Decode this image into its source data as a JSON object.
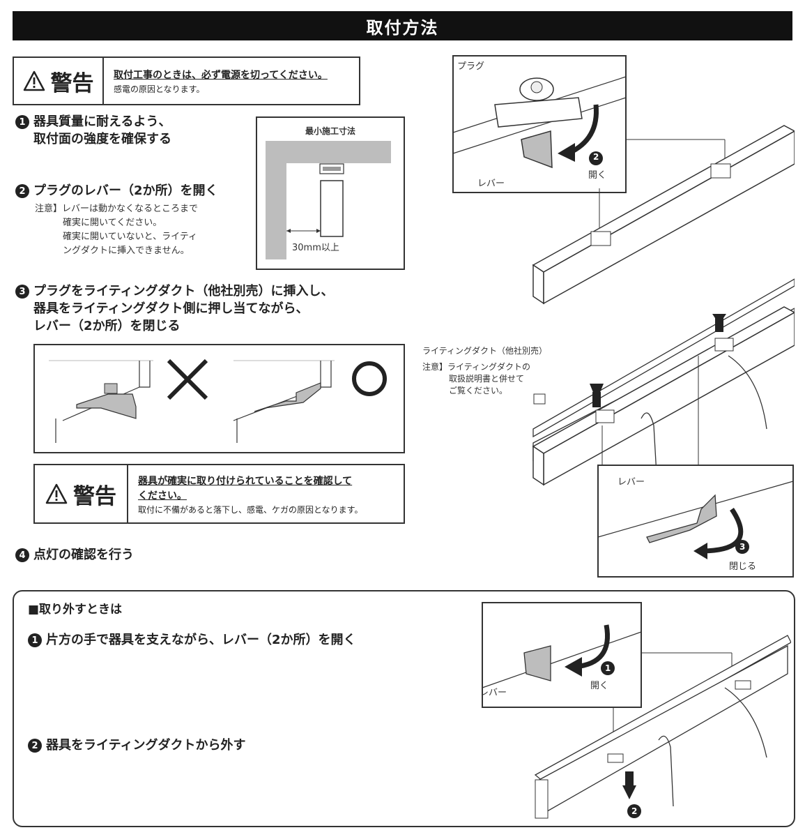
{
  "page_title": "取付方法",
  "warning_label": "警告",
  "warning1": {
    "main": "取付工事のときは、必ず電源を切ってください。",
    "sub": "感電の原因となります。"
  },
  "steps": {
    "s1": {
      "num": "1",
      "line1": "器具質量に耐えるよう、",
      "line2": "取付面の強度を確保する"
    },
    "s2": {
      "num": "2",
      "text": "プラグのレバー（2か所）を開く"
    },
    "s2_note": {
      "line1": "注意】レバーは動かなくなるところまで",
      "line2": "確実に開いてください。",
      "line3": "確実に開いていないと、ライティ",
      "line4": "ングダクトに挿入できません。"
    },
    "s3": {
      "num": "3",
      "line1": "プラグをライティングダクト（他社別売）に挿入し、",
      "line2": "器具をライティングダクト側に押し当てながら、",
      "line3": "レバー（2か所）を閉じる"
    },
    "s4": {
      "num": "4",
      "text": "点灯の確認を行う"
    }
  },
  "min_dim": {
    "title": "最小施工寸法",
    "value": "30mm以上"
  },
  "warning2": {
    "main1": "器具が確実に取り付けられていることを確認して",
    "main2": "ください。",
    "sub": "取付に不備があると落下し、感電、ケガの原因となります。"
  },
  "right_labels": {
    "plug": "プラグ",
    "lever": "レバー",
    "open": "開く",
    "close": "閉じる",
    "num2": "2",
    "num3": "3",
    "duct": "ライティングダクト（他社別売）",
    "duct_note1": "注意】ライティングダクトの",
    "duct_note2": "取扱説明書と併せて",
    "duct_note3": "ご覧ください。"
  },
  "removal": {
    "heading": "■取り外すときは",
    "step1": {
      "num": "1",
      "text": "片方の手で器具を支えながら、レバー（2か所）を開く"
    },
    "step2": {
      "num": "2",
      "text": "器具をライティングダクトから外す"
    },
    "lever": "レバー",
    "open": "開く",
    "num1": "1",
    "num2": "2"
  },
  "colors": {
    "title_bg": "#111111",
    "lever_fill": "#bdbdbd",
    "frame": "#333333"
  }
}
